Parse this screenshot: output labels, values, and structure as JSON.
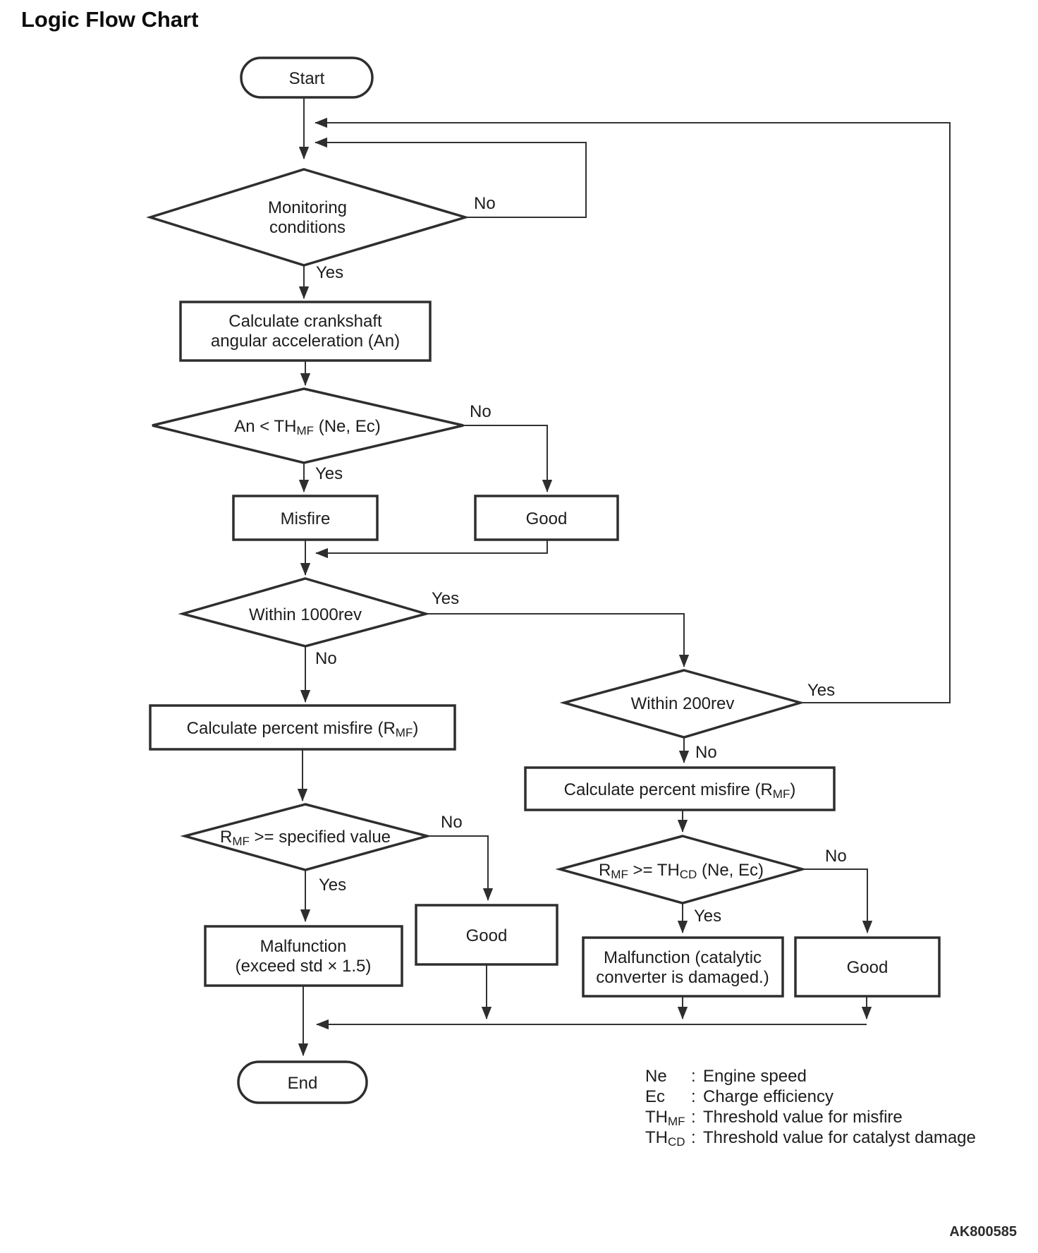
{
  "title": "Logic Flow Chart",
  "figure_code": "AK800585",
  "nodes": {
    "start": {
      "label": "Start"
    },
    "monitoring_conditions": {
      "line1": "Monitoring",
      "line2": "conditions"
    },
    "calc_crankshaft": {
      "line1": "Calculate crankshaft",
      "line2": "angular acceleration (An)"
    },
    "an_lt_thmf": {
      "pre": "An < TH",
      "sub": "MF",
      "post": " (Ne, Ec)"
    },
    "misfire": {
      "label": "Misfire"
    },
    "good_an_no": {
      "label": "Good"
    },
    "within_1000rev": {
      "label": "Within 1000rev"
    },
    "calc_percent_misfire_left": {
      "pre": "Calculate percent misfire (R",
      "sub": "MF",
      "post": ")"
    },
    "rmf_ge_specified": {
      "pre": "R",
      "sub": "MF",
      "post": " >= specified value"
    },
    "good_spec_no": {
      "label": "Good"
    },
    "malfunction_exceed": {
      "line1": "Malfunction",
      "line2": "(exceed std × 1.5)"
    },
    "within_200rev": {
      "label": "Within 200rev"
    },
    "calc_percent_misfire_right": {
      "pre": "Calculate percent misfire (R",
      "sub": "MF",
      "post": ")"
    },
    "rmf_ge_thcd": {
      "pre": "R",
      "sub1": "MF",
      "mid": " >= TH",
      "sub2": "CD",
      "post": " (Ne, Ec)"
    },
    "malfunction_catalytic": {
      "line1": "Malfunction (catalytic",
      "line2": "converter is damaged.)"
    },
    "good_thcd_no": {
      "label": "Good"
    },
    "end": {
      "label": "End"
    }
  },
  "branch_labels": {
    "monitoring_no": "No",
    "monitoring_yes": "Yes",
    "an_no": "No",
    "an_yes": "Yes",
    "rev1000_yes": "Yes",
    "rev1000_no": "No",
    "rmf_spec_no": "No",
    "rmf_spec_yes": "Yes",
    "rev200_yes": "Yes",
    "rev200_no": "No",
    "rmf_thcd_no": "No",
    "rmf_thcd_yes": "Yes"
  },
  "legend": {
    "rows": [
      {
        "term": "Ne",
        "term_sub": "",
        "colon": ":",
        "desc": "Engine speed"
      },
      {
        "term": "Ec",
        "term_sub": "",
        "colon": ":",
        "desc": "Charge efficiency"
      },
      {
        "term": "TH",
        "term_sub": "MF",
        "colon": ":",
        "desc": "Threshold value for misfire"
      },
      {
        "term": "TH",
        "term_sub": "CD",
        "colon": ":",
        "desc": "Threshold value for catalyst damage"
      }
    ]
  }
}
